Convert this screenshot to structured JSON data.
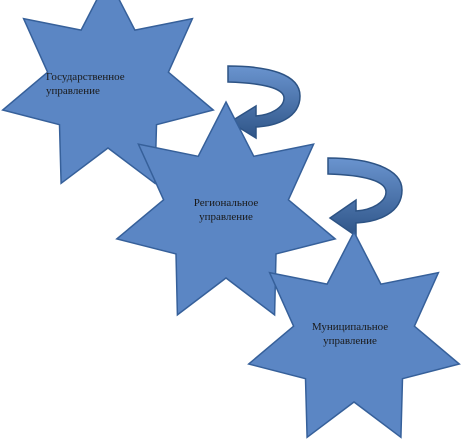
{
  "diagram": {
    "colors": {
      "star_fill": "#5b86c4",
      "star_stroke": "#36609a",
      "arrow_fill": "#4f7cba",
      "arrow_dark": "#2f5588",
      "arrow_stroke": "#2d5384"
    },
    "levels": [
      {
        "line1": "Государственное",
        "line2": "управление"
      },
      {
        "line1": "Региональное",
        "line2": "управление"
      },
      {
        "line1": "Муниципальное",
        "line2": "управление"
      }
    ]
  }
}
